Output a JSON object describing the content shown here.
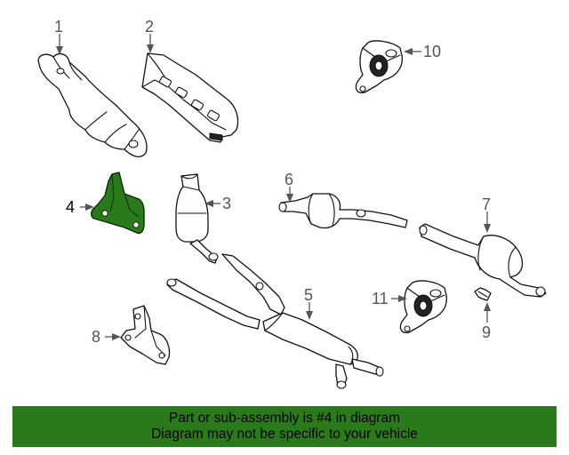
{
  "callouts": [
    "1",
    "2",
    "3",
    "4",
    "5",
    "6",
    "7",
    "8",
    "9",
    "10",
    "11"
  ],
  "highlighted_part": "4",
  "colors": {
    "highlight": "#2a7a1c",
    "banner_background": "#2a7a1c",
    "line": "#111111",
    "callout_text": "#555555"
  },
  "banner": {
    "line1": "Part or sub-assembly is #4 in diagram",
    "line2": "Diagram may not be specific to your vehicle"
  }
}
